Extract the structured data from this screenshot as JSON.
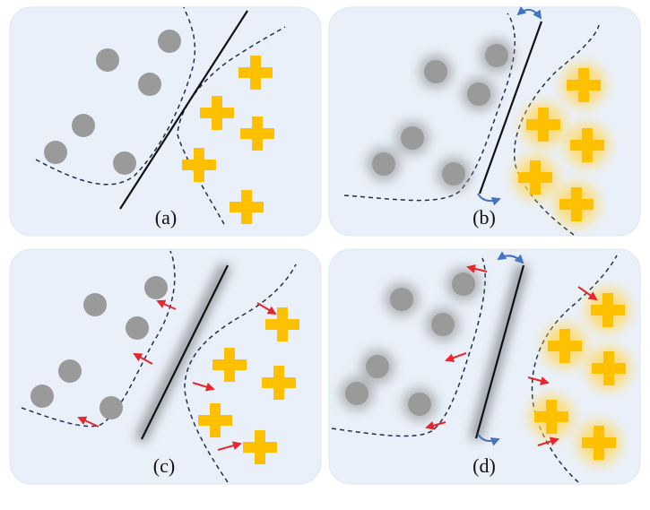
{
  "panels": [
    {
      "label": "(a)"
    },
    {
      "label": "(b)"
    },
    {
      "label": "(c)"
    },
    {
      "label": "(d)"
    }
  ],
  "colors": {
    "panel_bg": "#e9f0f9",
    "panel_border": "#dfe7f2",
    "circle": "#9a9a9a",
    "cross": "#ffc000",
    "glow": "#ffd966",
    "boundary": "#111111",
    "margin_line": "#1f2f4d",
    "red_arrow": "#e8262b",
    "blue_arrow": "#4472c4"
  }
}
